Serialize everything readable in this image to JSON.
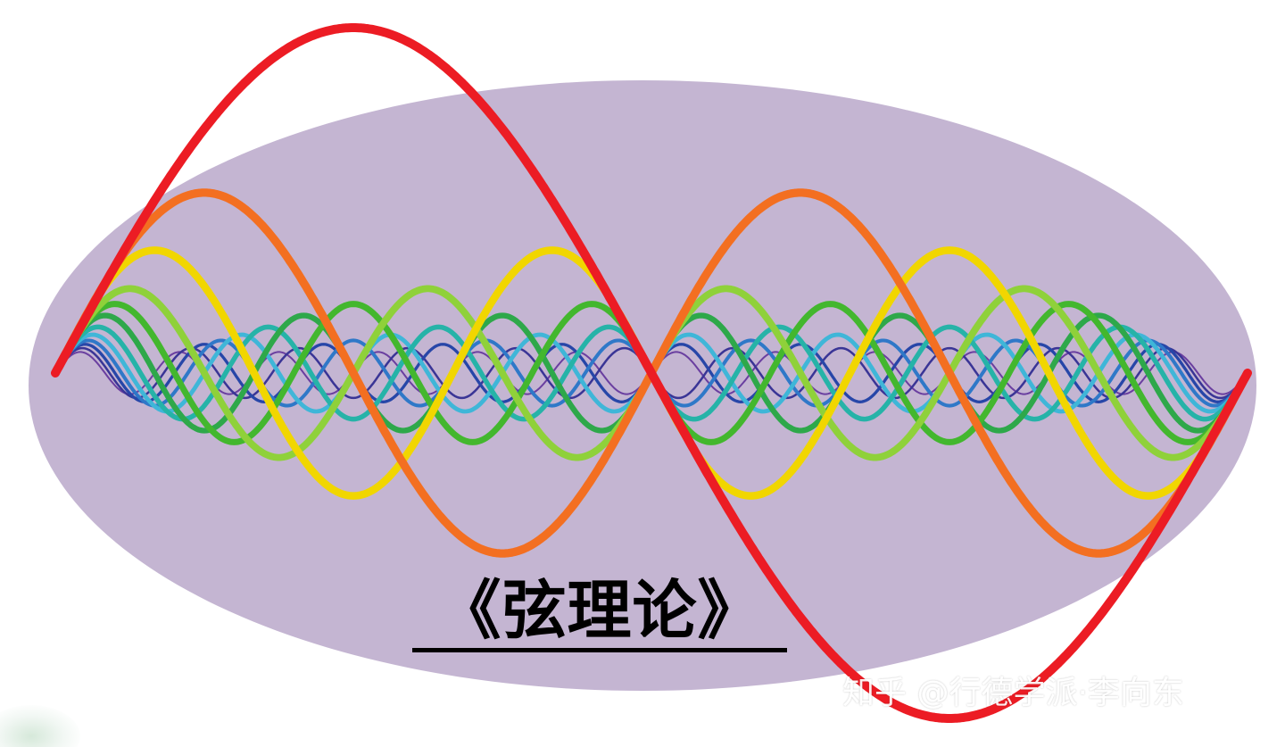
{
  "title": "《弦理论》",
  "watermark": "知乎 @行德学派·李向东",
  "colors": {
    "background": "#ffffff",
    "ellipse": "#c4b5d2",
    "title_text": "#000000",
    "watermark_text": "#ffffff"
  },
  "waves": [
    {
      "color": "#ec1c24",
      "cycles": 1.0,
      "amplitude": 0.9
    },
    {
      "color": "#f36f21",
      "cycles": 2.0,
      "amplitude": 0.47
    },
    {
      "color": "#f1d600",
      "cycles": 3.0,
      "amplitude": 0.32
    },
    {
      "color": "#8fd13a",
      "cycles": 4.0,
      "amplitude": 0.22
    },
    {
      "color": "#43b72e",
      "cycles": 5.0,
      "amplitude": 0.18
    },
    {
      "color": "#2ea84a",
      "cycles": 6.0,
      "amplitude": 0.15
    },
    {
      "color": "#26b3a8",
      "cycles": 7.0,
      "amplitude": 0.12
    },
    {
      "color": "#3fb6d8",
      "cycles": 8.0,
      "amplitude": 0.1
    },
    {
      "color": "#2f78c8",
      "cycles": 9.0,
      "amplitude": 0.085
    },
    {
      "color": "#2746a8",
      "cycles": 10.0,
      "amplitude": 0.075
    },
    {
      "color": "#3a3596",
      "cycles": 11.0,
      "amplitude": 0.065
    },
    {
      "color": "#6a3fa0",
      "cycles": 12.0,
      "amplitude": 0.055
    }
  ]
}
